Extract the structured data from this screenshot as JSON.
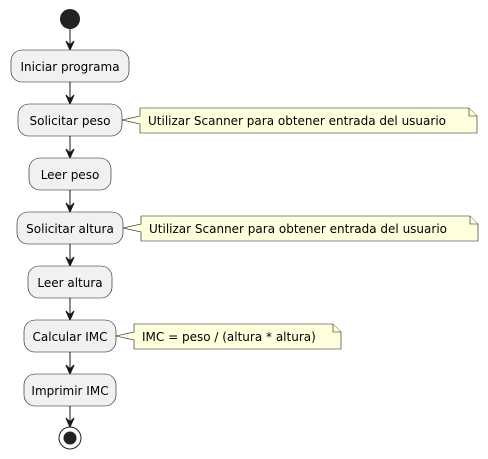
{
  "diagram": {
    "type": "activity",
    "steps": [
      {
        "id": "iniciar",
        "label": "Iniciar programa"
      },
      {
        "id": "solicitar-peso",
        "label": "Solicitar peso",
        "note": "Utilizar Scanner para obtener entrada del usuario"
      },
      {
        "id": "leer-peso",
        "label": "Leer peso"
      },
      {
        "id": "solicitar-altura",
        "label": "Solicitar altura",
        "note": "Utilizar Scanner para obtener entrada del usuario"
      },
      {
        "id": "leer-altura",
        "label": "Leer altura"
      },
      {
        "id": "calcular-imc",
        "label": "Calcular IMC",
        "note": "IMC = peso / (altura * altura)"
      },
      {
        "id": "imprimir-imc",
        "label": "Imprimir IMC"
      }
    ],
    "colors": {
      "node_fill": "#F1F1F1",
      "note_fill": "#FEFFDD",
      "line": "#181818"
    }
  }
}
